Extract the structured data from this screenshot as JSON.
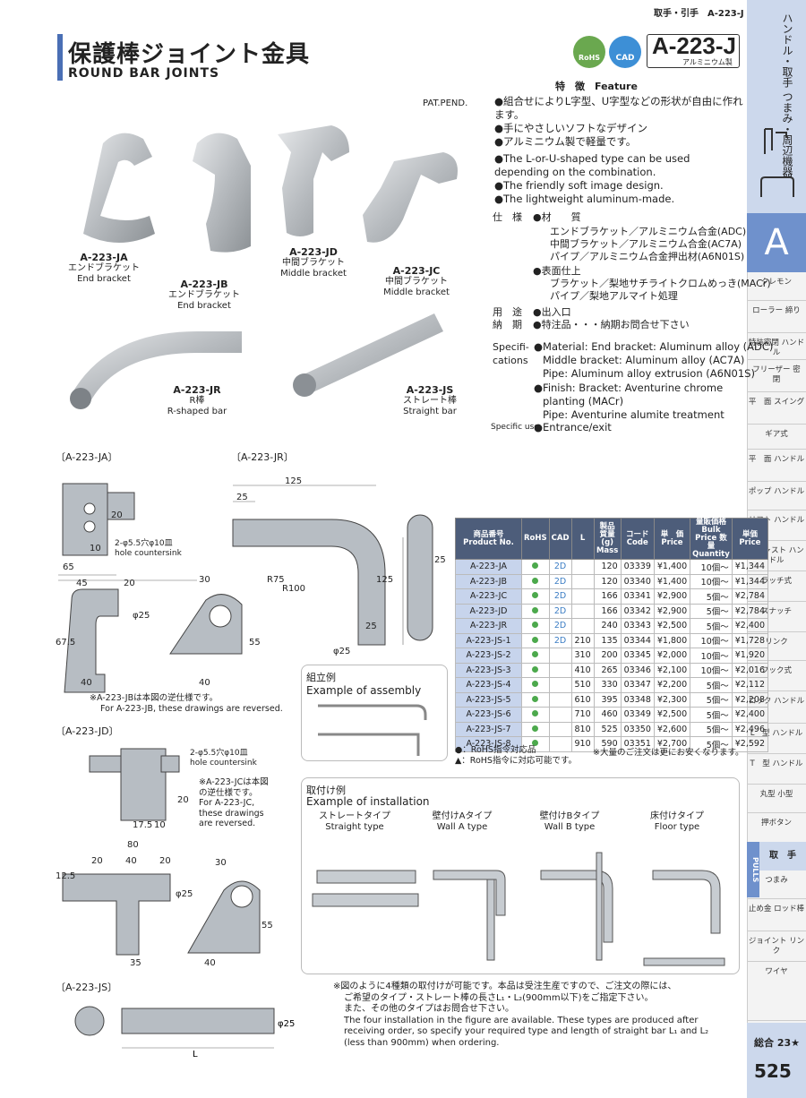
{
  "header": {
    "top_right": "取手・引手　A-223-J",
    "title_jp": "保護棒ジョイント金具",
    "title_en": "ROUND  BAR  JOINTS",
    "rohs_label": "RoHS",
    "cad_label": "CAD",
    "code": "A-223-J",
    "code_sub": "アルミニウム製",
    "feature_title": "特　徴　Feature",
    "pat_pend": "PAT.PEND."
  },
  "sidebar": {
    "top_vertical": "ハンドル・取手 つまみ・周辺機器",
    "letter": "A",
    "items": [
      "クレモン",
      "ローラー 締り",
      "特装密閉 ハンドル",
      "フリーザー 密　閉",
      "平　面 スイング",
      "ギア式",
      "平　面 ハンドル",
      "ポップ ハンドル",
      "リフト ハンドル",
      "アジャスト ハンドル",
      "ラッチ式",
      "スナッチ",
      "リンク",
      "フック式",
      "ロック ハンドル",
      "L　型 ハンドル",
      "T　型 ハンドル",
      "丸型 小型",
      "押ボタン",
      "つまみ",
      "止め金 ロッド棒",
      "ジョイント リンク",
      "ワイヤ"
    ],
    "pulls": "PULLS",
    "active": "取　手",
    "ref": "総合 23★",
    "page": "525"
  },
  "products": [
    {
      "code": "A-223-JA",
      "jp": "エンドブラケット",
      "en": "End bracket"
    },
    {
      "code": "A-223-JB",
      "jp": "エンドブラケット",
      "en": "End bracket"
    },
    {
      "code": "A-223-JD",
      "jp": "中間ブラケット",
      "en": "Middle bracket"
    },
    {
      "code": "A-223-JC",
      "jp": "中間ブラケット",
      "en": "Middle bracket"
    },
    {
      "code": "A-223-JR",
      "jp": "R棒",
      "en": "R-shaped bar"
    },
    {
      "code": "A-223-JS",
      "jp": "ストレート棒",
      "en": "Straight bar"
    }
  ],
  "features_jp": [
    "●組合せによりL字型、U字型などの形状が自由に作れます。",
    "●手にやさしいソフトなデザイン",
    "●アルミニウム製で軽量です。"
  ],
  "features_en": [
    "●The L-or-U-shaped type can be used depending on the combination.",
    "●The friendly soft image design.",
    "●The lightweight aluminum-made."
  ],
  "spec_jp": {
    "label": "仕　様",
    "material_title": "●材　　質",
    "materials": [
      "エンドブラケット／アルミニウム合金(ADC)",
      "中間ブラケット／アルミニウム合金(AC7A)",
      "パイプ／アルミニウム合金押出材(A6N01S)"
    ],
    "finish_title": "●表面仕上",
    "finishes": [
      "ブラケット／梨地サチライトクロムめっき(MACr)",
      "パイプ／梨地アルマイト処理"
    ],
    "use_label": "用　途",
    "use": "●出入口",
    "delivery_label": "納　期",
    "delivery": "●特注品・・・納期お問合せ下さい"
  },
  "spec_en": {
    "label": "Specifi- cations",
    "lines": [
      "●Material: End bracket: Aluminum alloy (ADC)",
      "Middle bracket: Aluminum alloy (AC7A)",
      "Pipe: Aluminum alloy extrusion (A6N01S)",
      "●Finish: Bracket: Aventurine chrome",
      "planting (MACr)",
      "Pipe: Aventurine alumite treatment"
    ],
    "use_label": "Specific use",
    "use": "●Entrance/exit"
  },
  "table": {
    "headers": [
      "商品番号 Product No.",
      "RoHS",
      "CAD",
      "L",
      "製品質量(g) Mass",
      "コード Code",
      "単　価 Price",
      "量販価格 Bulk Price 数量 Quantity",
      "単価 Price"
    ],
    "rows": [
      [
        "A-223-JA",
        "2D",
        "",
        "120",
        "03339",
        "¥1,400",
        "10個〜",
        "¥1,344"
      ],
      [
        "A-223-JB",
        "2D",
        "",
        "120",
        "03340",
        "¥1,400",
        "10個〜",
        "¥1,344"
      ],
      [
        "A-223-JC",
        "2D",
        "",
        "166",
        "03341",
        "¥2,900",
        "5個〜",
        "¥2,784"
      ],
      [
        "A-223-JD",
        "2D",
        "",
        "166",
        "03342",
        "¥2,900",
        "5個〜",
        "¥2,784"
      ],
      [
        "A-223-JR",
        "2D",
        "",
        "240",
        "03343",
        "¥2,500",
        "5個〜",
        "¥2,400"
      ],
      [
        "A-223-JS-1",
        "2D",
        "210",
        "135",
        "03344",
        "¥1,800",
        "10個〜",
        "¥1,728"
      ],
      [
        "A-223-JS-2",
        "",
        "310",
        "200",
        "03345",
        "¥2,000",
        "10個〜",
        "¥1,920"
      ],
      [
        "A-223-JS-3",
        "",
        "410",
        "265",
        "03346",
        "¥2,100",
        "10個〜",
        "¥2,016"
      ],
      [
        "A-223-JS-4",
        "",
        "510",
        "330",
        "03347",
        "¥2,200",
        "5個〜",
        "¥2,112"
      ],
      [
        "A-223-JS-5",
        "",
        "610",
        "395",
        "03348",
        "¥2,300",
        "5個〜",
        "¥2,208"
      ],
      [
        "A-223-JS-6",
        "",
        "710",
        "460",
        "03349",
        "¥2,500",
        "5個〜",
        "¥2,400"
      ],
      [
        "A-223-JS-7",
        "",
        "810",
        "525",
        "03350",
        "¥2,600",
        "5個〜",
        "¥2,496"
      ],
      [
        "A-223-JS-8",
        "",
        "910",
        "590",
        "03351",
        "¥2,700",
        "5個〜",
        "¥2,592"
      ]
    ],
    "legend_1": "●：RoHS指令対応品",
    "legend_2": "▲：RoHS指令に対応可能です。",
    "note": "※大量のご注文は更にお安くなります。"
  },
  "drawings": {
    "ja_label": "〔A-223-JA〕",
    "jr_label": "〔A-223-JR〕",
    "jd_label": "〔A-223-JD〕",
    "js_label": "〔A-223-JS〕",
    "hole_ja": "2-φ5.5穴φ10皿",
    "hole_ja_en": "hole countersink",
    "hole_jd": "2-φ5.5穴φ10皿",
    "hole_jd_en": "hole countersink",
    "jb_note_jp": "※A-223-JBは本図の逆仕様です。",
    "jb_note_en": "For A-223-JB, these drawings are reversed.",
    "jc_note": "※A-223-JCは本図の逆仕様です。 For A-223-JC, these drawings are reversed.",
    "dims_ja": [
      "20",
      "10",
      "65",
      "45",
      "20",
      "φ25",
      "67.5",
      "40",
      "30",
      "55",
      "40"
    ],
    "dims_jr": [
      "125",
      "25",
      "R75",
      "R100",
      "125",
      "25",
      "φ25",
      "25"
    ],
    "dims_jd": [
      "20",
      "17.5",
      "10",
      "80",
      "20",
      "40",
      "20",
      "12.5",
      "φ25",
      "30",
      "55",
      "35",
      "40"
    ],
    "dims_js": [
      "φ25",
      "L"
    ]
  },
  "assembly": {
    "title_jp": "組立例",
    "title_en": "Example of assembly"
  },
  "installation": {
    "title_jp": "取付け例",
    "title_en": "Example of installation",
    "types": [
      {
        "jp": "ストレートタイプ",
        "en": "Straight type"
      },
      {
        "jp": "壁付けAタイプ",
        "en": "Wall A type"
      },
      {
        "jp": "壁付けBタイプ",
        "en": "Wall B type"
      },
      {
        "jp": "床付けタイプ",
        "en": "Floor type"
      }
    ],
    "note_jp_1": "※図のように4種類の取付けが可能です。本品は受注生産ですので、ご注文の際には、",
    "note_jp_2": "ご希望のタイプ・ストレート棒の長さL₁・L₂(900mm以下)をご指定下さい。",
    "note_jp_3": "また、その他のタイプはお問合せ下さい。",
    "note_en_1": "The four installation in the figure are available. These types are produced after",
    "note_en_2": "receiving order, so specify your required type and length of straight bar L₁ and L₂",
    "note_en_3": "(less than 900mm) when ordering."
  },
  "colors": {
    "accent": "#4a6fb5",
    "sidebar_light": "#ccd8ec",
    "table_header": "#4d5d7a",
    "rohs": "#6aa84f",
    "cad": "#3d8fd6"
  }
}
